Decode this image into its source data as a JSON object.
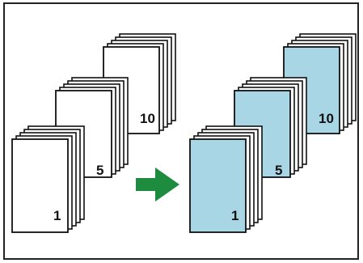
{
  "colors": {
    "plain_sheet": "#ffffff",
    "cover_sheet": "#a9d6e5",
    "outline": "#111111",
    "arrow": "#1e8c3e"
  },
  "icons": {
    "arrow": "right-arrow-icon"
  },
  "before": {
    "stacks": [
      {
        "label": "1"
      },
      {
        "label": "5"
      },
      {
        "label": "10"
      }
    ]
  },
  "after": {
    "stacks": [
      {
        "label": "1"
      },
      {
        "label": "5"
      },
      {
        "label": "10"
      }
    ]
  }
}
